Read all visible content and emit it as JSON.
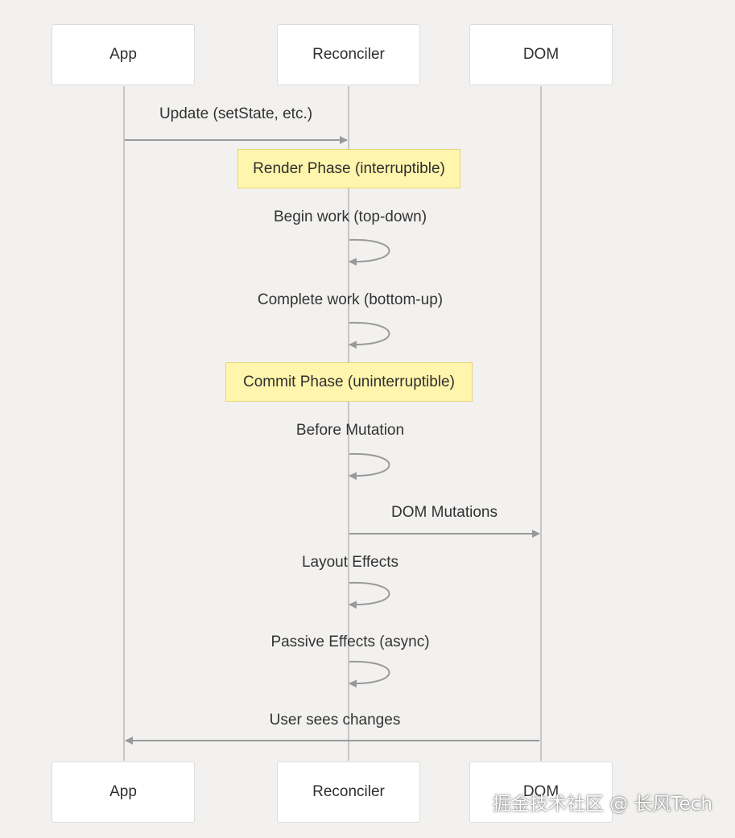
{
  "participants": {
    "app": "App",
    "reconciler": "Reconciler",
    "dom": "DOM"
  },
  "notes": {
    "render_phase": "Render Phase (interruptible)",
    "commit_phase": "Commit Phase (uninterruptible)"
  },
  "messages": {
    "update": "Update (setState, etc.)",
    "begin_work": "Begin work (top-down)",
    "complete_work": "Complete work (bottom-up)",
    "before_mutation": "Before Mutation",
    "dom_mutations": "DOM Mutations",
    "layout_effects": "Layout Effects",
    "passive_effects": "Passive Effects (async)",
    "user_sees_changes": "User sees changes"
  },
  "watermark": "掘金技术社区 @ 长风Tech",
  "colors": {
    "background": "#f2f1ef",
    "note_fill": "#fff5ad",
    "arrow": "#999999"
  }
}
